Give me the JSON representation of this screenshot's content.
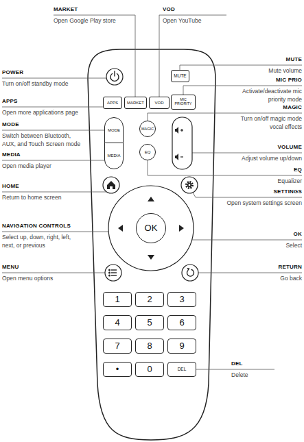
{
  "diagram": {
    "nodes": [
      {
        "text": [
          "MUTE"
        ]
      },
      {
        "text": [
          "APPS"
        ]
      },
      {
        "text": [
          "MARKET"
        ]
      },
      {
        "text": [
          "VOD"
        ]
      },
      {
        "text": [
          "MIC PRIORITY"
        ]
      },
      {
        "text": [
          "MODE"
        ]
      },
      {
        "text": [
          "MAGIC"
        ]
      },
      {
        "text": [
          "EQ"
        ]
      },
      {
        "text": [
          "MEDIA"
        ]
      },
      {
        "text": [
          "OK"
        ]
      },
      {
        "text": [
          "1"
        ]
      },
      {
        "text": [
          "2"
        ]
      },
      {
        "text": [
          "3"
        ]
      },
      {
        "text": [
          "4"
        ]
      },
      {
        "text": [
          "5"
        ]
      },
      {
        "text": [
          "6"
        ]
      },
      {
        "text": [
          "7"
        ]
      },
      {
        "text": [
          "8"
        ]
      },
      {
        "text": [
          "9"
        ]
      },
      {
        "text": [
          "•"
        ]
      },
      {
        "text": [
          "0"
        ]
      },
      {
        "text": [
          "DEL"
        ]
      }
    ],
    "labels": [
      "MARKET",
      "Open Google Play store",
      "VOD",
      "Open YouTube",
      "MUTE",
      "Mute volume",
      "POWER",
      "Turn on/off standby mode",
      "MIC PRIO",
      "Activate/deactivate mic priority mode",
      "APPS",
      "Open more applications page",
      "MAGIC",
      "Turn on/off magic mode vocal effects",
      "MODE",
      "Switch between Bluetooth, AUX, and Touch Screen mode",
      "VOLUME",
      "Adjust volume up/down",
      "MEDIA",
      "Open media player",
      "EQ",
      "Equalizer",
      "HOME",
      "Return to home screen",
      "SETTINGS",
      "Open system settings screen",
      "NAVIGATION CONTROLS",
      "Select up, down, right, left, next, or previous",
      "OK",
      "Select",
      "MENU",
      "Open menu options",
      "RETURN",
      "Go back",
      "DEL",
      "Delete"
    ]
  }
}
